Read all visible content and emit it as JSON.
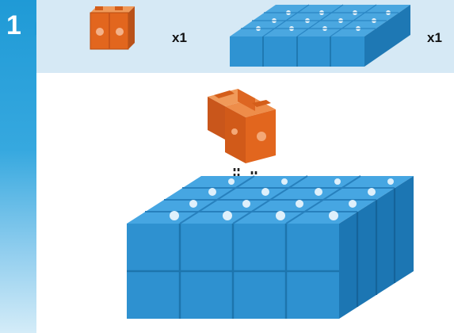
{
  "step": {
    "number": "1"
  },
  "parts": [
    {
      "name": "orange-double-cube",
      "quantity": "x1",
      "color": "#e2661e"
    },
    {
      "name": "blue-4x4-base-plate",
      "quantity": "x1",
      "color": "#2f93d2"
    }
  ],
  "colors": {
    "step_rail": "#1f9ad6",
    "parts_bar": "#d6e9f5",
    "orange_piece": "#e2661e",
    "blue_piece": "#2f93d2"
  },
  "icons": {
    "placement_arrows": "dashed-down-arrow-icon"
  }
}
